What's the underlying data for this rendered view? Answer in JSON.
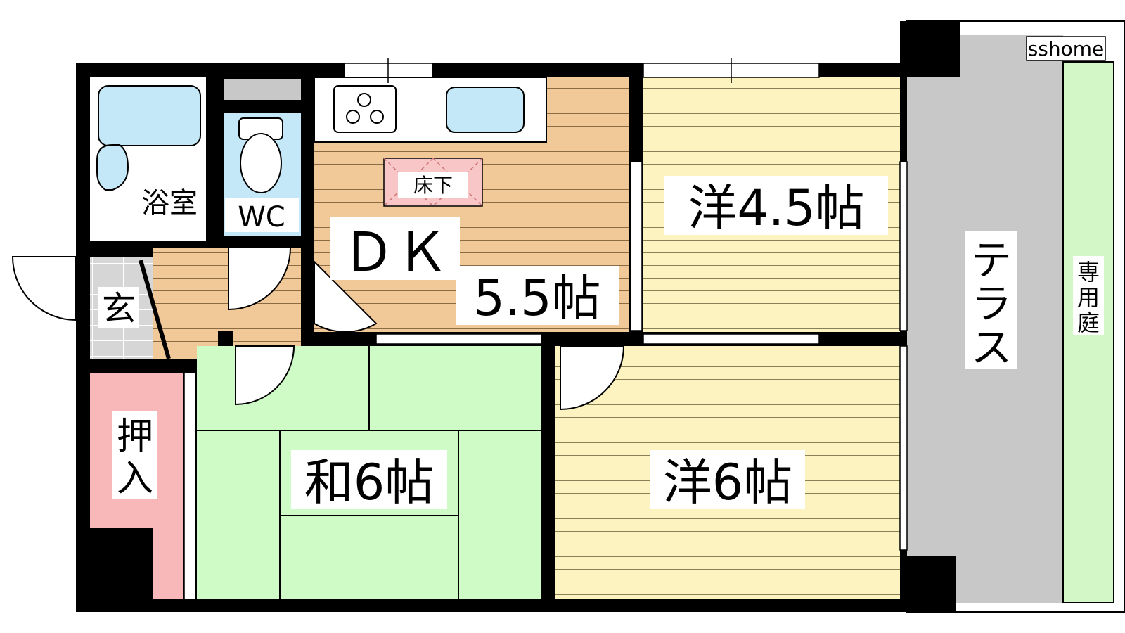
{
  "watermark": "sshome",
  "rooms": {
    "bath": "浴室",
    "wc": "WC",
    "dk_top": "ＤＫ",
    "dk_size": "5.5帖",
    "western_small": "洋4.5帖",
    "western_large": "洋6帖",
    "japanese": "和6帖",
    "entrance": "玄",
    "underfloor": "床下",
    "closet": [
      "押",
      "入"
    ],
    "terrace": [
      "テ",
      "ラ",
      "ス"
    ],
    "garden": [
      "専",
      "用",
      "庭"
    ]
  },
  "colors": {
    "wall": "#000000",
    "wood_dk": "#f1c897",
    "wood_western": "#fdf3c0",
    "tatami": "#cffbc7",
    "closet": "#f8b7b8",
    "underfloor": "#f8c6c6",
    "terrace": "#c8c8c8",
    "garden": "#d4f7c8",
    "fixture": "#c4e8f7",
    "floor_white": "#ffffff"
  },
  "icons": [
    "stove-icon",
    "sink-icon",
    "bathtub-icon",
    "washbasin-icon",
    "toilet-icon"
  ]
}
